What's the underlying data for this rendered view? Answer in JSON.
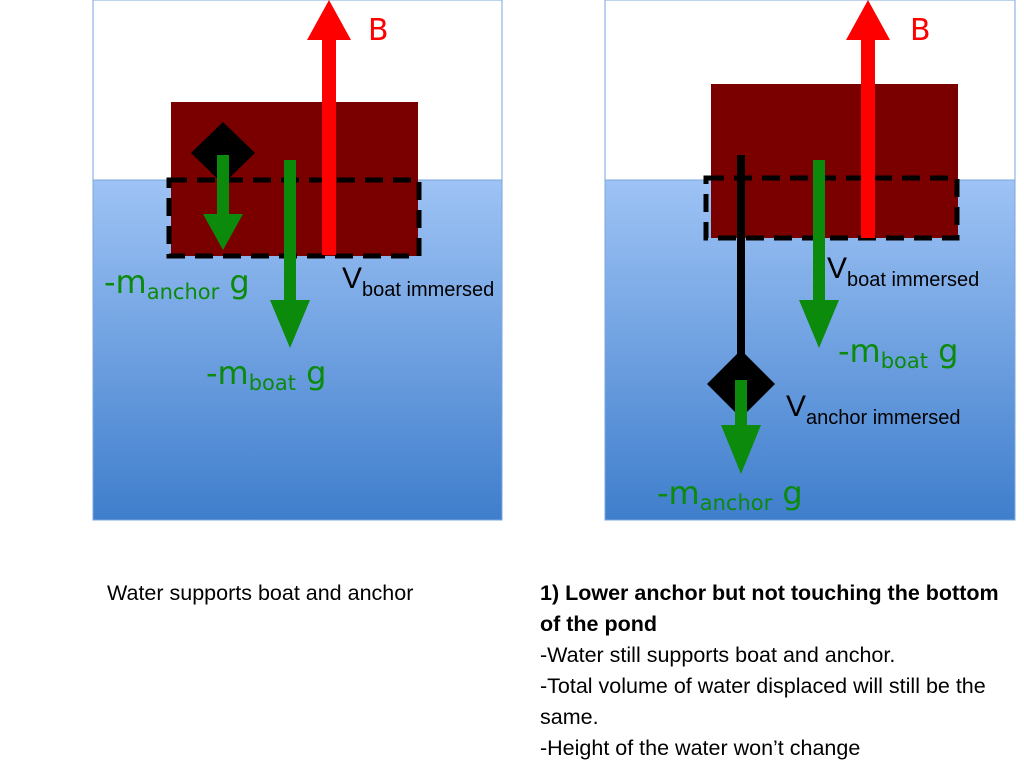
{
  "colors": {
    "water_top": "#9ec3f5",
    "water_bottom": "#3f7ecc",
    "boat": "#7a0000",
    "buoyancy_arrow": "#ff0000",
    "weight_arrow": "#0b8a0b",
    "anchor": "#000000"
  },
  "panel_left": {
    "buoyancy_label": "B",
    "anchor_weight": {
      "prefix": "-m",
      "sub": "anchor",
      "suffix": " g"
    },
    "boat_weight": {
      "prefix": "-m",
      "sub": "boat",
      "suffix": " g"
    },
    "boat_volume": {
      "prefix": "V",
      "sub": "boat immersed"
    }
  },
  "panel_right": {
    "buoyancy_label": "B",
    "boat_volume": {
      "prefix": "V",
      "sub": "boat immersed"
    },
    "boat_weight": {
      "prefix": "-m",
      "sub": "boat",
      "suffix": " g"
    },
    "anchor_volume": {
      "prefix": "V",
      "sub": "anchor immersed"
    },
    "anchor_weight": {
      "prefix": "-m",
      "sub": "anchor",
      "suffix": " g"
    }
  },
  "captions": {
    "left": "Water supports boat and anchor",
    "right_title": "1) Lower anchor but not touching the bottom of the pond",
    "right_lines": [
      "-Water still supports boat and anchor.",
      "-Total volume of water displaced will still be the same.",
      "-Height of the water won’t change"
    ]
  }
}
